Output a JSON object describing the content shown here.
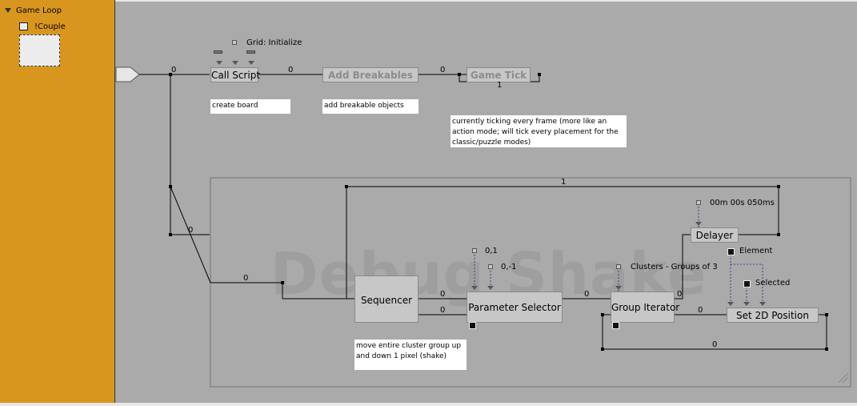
{
  "sidebar": {
    "tree_root": "Game Loop",
    "tree_child": "!Couple"
  },
  "blocks": {
    "call_script": "Call Script",
    "add_breakables": "Add Breakables",
    "game_tick": "Game Tick",
    "sequencer": "Sequencer",
    "parameter_selector": "Parameter Selector",
    "group_iterator": "Group Iterator",
    "delayer": "Delayer",
    "set_2d_position": "Set 2D Position"
  },
  "notes": {
    "create_board": "create board",
    "add_breakable_objects": "add breakable objects",
    "ticking": "currently ticking every frame (more like an action mode; will tick every placement for the classic/puzzle modes)",
    "shake": "move entire cluster group up and down 1 pixel (shake)"
  },
  "params": {
    "grid": "Grid:  Initialize",
    "p1": "0,1",
    "p2": "0,-1",
    "clusters": "Clusters - Groups of 3",
    "delay": "00m 00s 050ms",
    "element": "Element",
    "selected": "Selected"
  },
  "links": {
    "l_start": "0",
    "l_call": "0",
    "l_add": "0",
    "l_tick": "1",
    "l_loop": "1",
    "l_split": "0",
    "l_seq": "0",
    "l_seq1": "0",
    "l_seq2": "0",
    "l_ps": "0",
    "l_gi": "0",
    "l_gi2": "0",
    "l_back": "0",
    "l_mid": "0"
  },
  "frame": {
    "title": "Debug Shake"
  }
}
